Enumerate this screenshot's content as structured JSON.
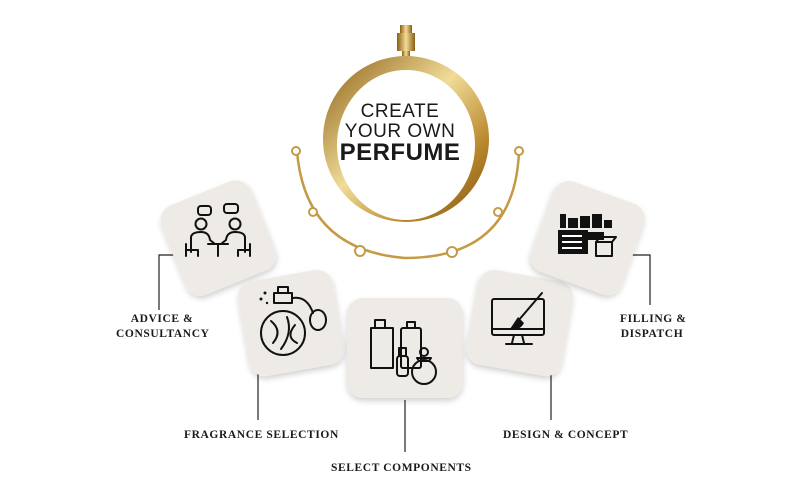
{
  "title": {
    "line1": "CREATE",
    "line2": "YOUR OWN",
    "line3": "PERFUME"
  },
  "steps": [
    {
      "label_line1": "ADVICE &",
      "label_line2": "CONSULTANCY",
      "icon": "consultation-people-icon"
    },
    {
      "label": "FRAGRANCE SELECTION",
      "icon": "perfume-atomizer-icon"
    },
    {
      "label": "SELECT COMPONENTS",
      "icon": "perfume-bottles-icon"
    },
    {
      "label": "DESIGN & CONCEPT",
      "icon": "monitor-brush-icon"
    },
    {
      "label_line1": "FILLING &",
      "label_line2": "DISPATCH",
      "icon": "conveyor-box-icon"
    }
  ],
  "colors": {
    "gold": "#b8862b",
    "gold_light": "#ecd48d",
    "gold_dark": "#8a5e14",
    "card_fill": "#eeebe7",
    "text": "#1a1a1a"
  }
}
